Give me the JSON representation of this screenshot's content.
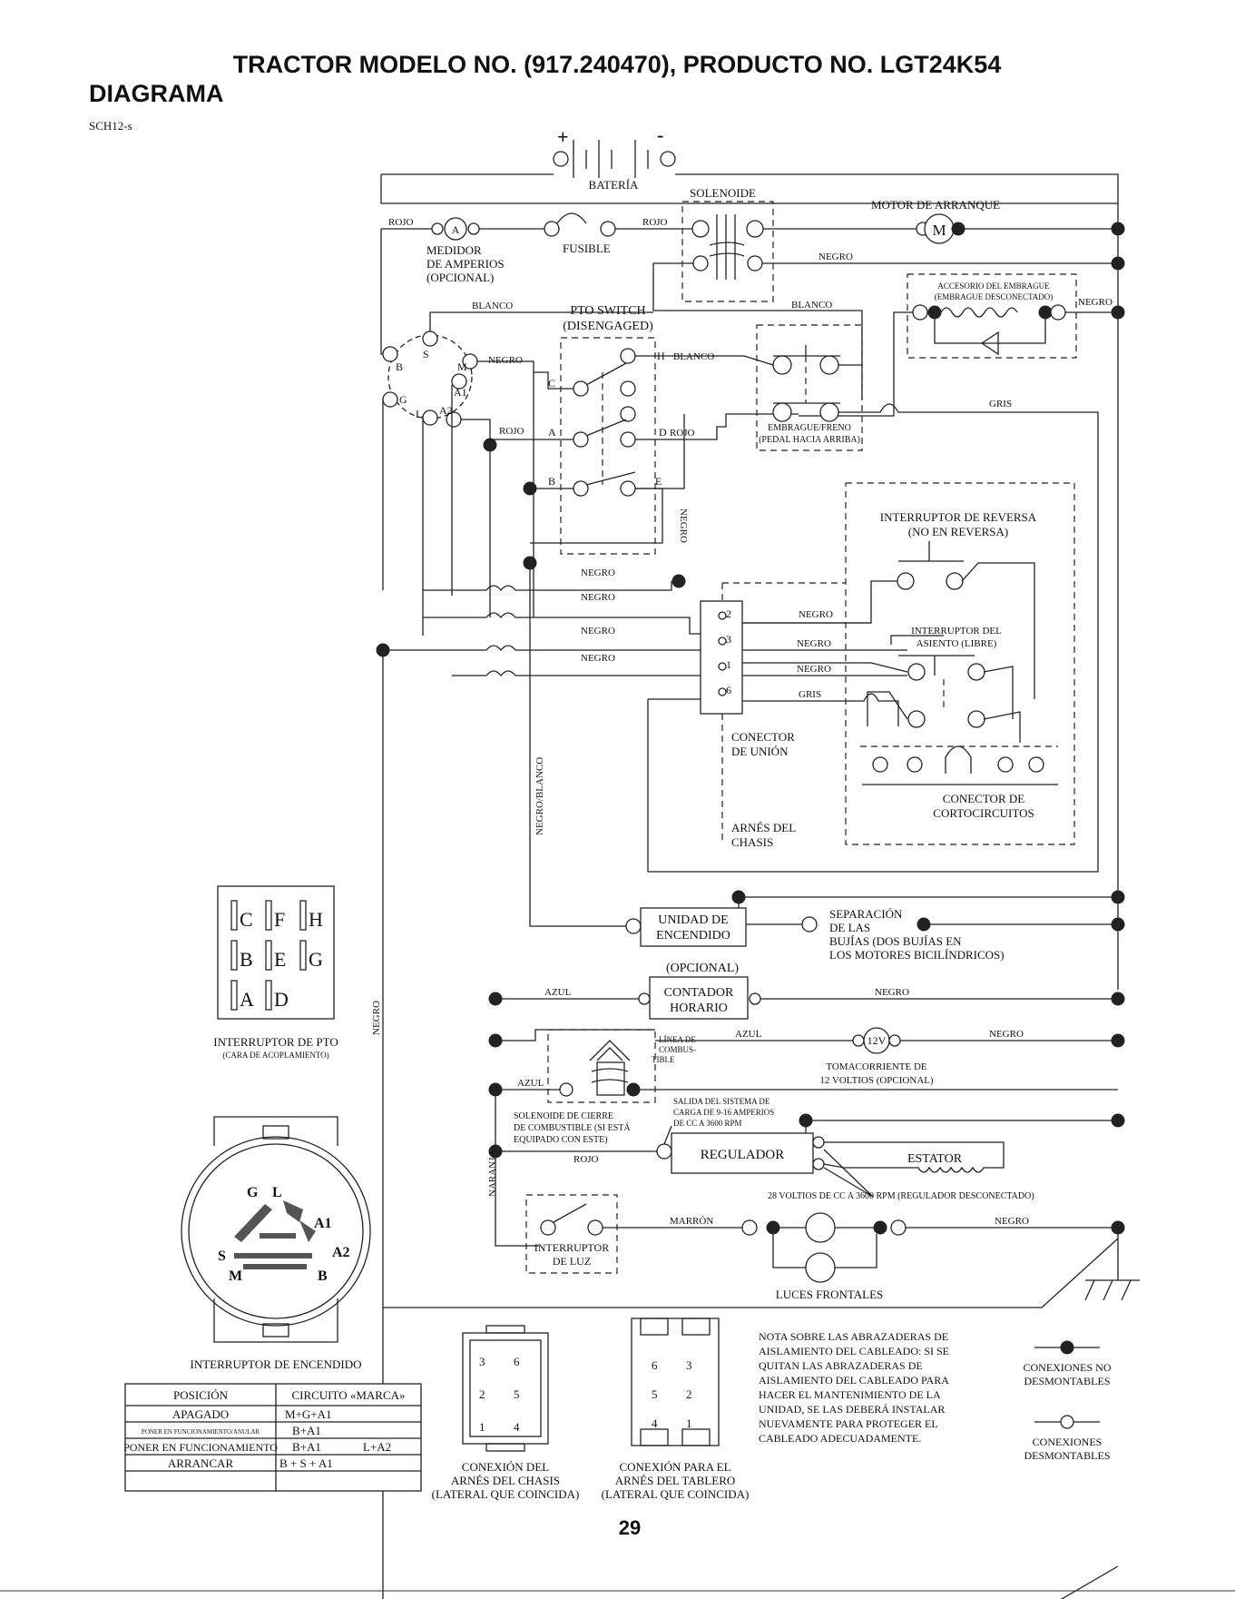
{
  "header": {
    "title": "TRACTOR MODELO NO. (917.240470), PRODUCTO NO. LGT24K54",
    "subtitle": "DIAGRAMA",
    "code": "SCH12-s"
  },
  "battery": {
    "plus": "+",
    "minus": "-",
    "label": "BATERÍA"
  },
  "labels": {
    "solenoide": "SOLENOIDE",
    "motor_arranque": "MOTOR DE ARRANQUE",
    "motor_symbol": "M",
    "medidor_1": "MEDIDOR",
    "medidor_2": "DE AMPERIOS",
    "medidor_3": "(OPCIONAL)",
    "ammeter_symbol": "A",
    "fusible": "FUSIBLE",
    "pto_switch_1": "PTO SWITCH",
    "pto_switch_2": "(DISENGAGED)",
    "accesorio_1": "ACCESORIO DEL EMBRAGUE",
    "accesorio_2": "(EMBRAGUE DESCONECTADO)",
    "embrague_1": "EMBRAGUE/FRENO",
    "embrague_2": "(PEDAL HACIA ARRIBA)",
    "reversa_1": "INTERRUPTOR DE REVERSA",
    "reversa_2": "(NO EN REVERSA)",
    "asiento_1": "INTERRUPTOR DEL",
    "asiento_2": "ASIENTO (LIBRE)",
    "conector_union_1": "CONECTOR",
    "conector_union_2": "DE UNIÓN",
    "corto_1": "CONECTOR DE",
    "corto_2": "CORTOCIRCUITOS",
    "arnes_1": "ARNÉS DEL",
    "arnes_2": "CHASIS",
    "unidad_1": "UNIDAD DE",
    "unidad_2": "ENCENDIDO",
    "separacion_1": "SEPARACIÓN",
    "separacion_2": "DE LAS",
    "separacion_3": "BUJÍAS (DOS BUJÍAS EN",
    "separacion_4": "LOS MOTORES BICILÍNDRICOS)",
    "opcional": "(OPCIONAL)",
    "contador_1": "CONTADOR",
    "contador_2": "HORARIO",
    "linea_1": "LÍNEA DE",
    "linea_2": "COMBUS-",
    "linea_3": "TIBLE",
    "v12": "12V",
    "toma_1": "TOMACORRIENTE DE",
    "toma_2": "12 VOLTIOS (OPCIONAL)",
    "salida_1": "SALIDA DEL SISTEMA DE",
    "salida_2": "CARGA DE 9-16 AMPERIOS",
    "salida_3": "DE CC A 3600 RPM",
    "sol_cierre_1": "SOLENOIDE DE CIERRE",
    "sol_cierre_2": "DE COMBUSTIBLE (SI ESTÁ",
    "sol_cierre_3": "EQUIPADO CON ESTE)",
    "regulador": "REGULADOR",
    "estator": "ESTATOR",
    "v28": "28 VOLTIOS DE CC A 3600 RPM (REGULADOR DESCONECTADO)",
    "luz_1": "INTERRUPTOR",
    "luz_2": "DE LUZ",
    "luces": "LUCES FRONTALES",
    "pto_face_1": "INTERRUPTOR DE PTO",
    "pto_face_2": "(CARA DE ACOPLAMIENTO)",
    "encendido_title": "INTERRUPTOR DE ENCENDIDO"
  },
  "wires": {
    "rojo": "ROJO",
    "negro": "NEGRO",
    "blanco": "BLANCO",
    "gris": "GRIS",
    "azul": "AZUL",
    "naranja": "NARANJA",
    "marron": "MARRÓN",
    "negro_blanco": "NEGRO/BLANCO"
  },
  "pto_switch_terminals": [
    "C",
    "H",
    "A",
    "D",
    "B",
    "E"
  ],
  "ignition_terminals": [
    "B",
    "S",
    "M",
    "G",
    "L",
    "A1",
    "A2"
  ],
  "connector_pins": [
    "2",
    "3",
    "1",
    "6"
  ],
  "pto_face_grid": [
    [
      "C",
      "F",
      "H"
    ],
    [
      "B",
      "E",
      "G"
    ],
    [
      "A",
      "D"
    ]
  ],
  "ignition_face": {
    "G": "G",
    "L": "L",
    "A1": "A1",
    "S": "S",
    "A2": "A2",
    "M": "M",
    "B": "B"
  },
  "ignition_table": {
    "headers": [
      "POSICIÓN",
      "CIRCUITO «MARCA»"
    ],
    "rows": [
      [
        "APAGADO",
        "M+G+A1",
        ""
      ],
      [
        "PONER EN FUNCIONAMIENTO/ANULAR",
        "B+A1",
        ""
      ],
      [
        "PONER EN FUNCIONAMIENTO",
        "B+A1",
        "L+A2"
      ],
      [
        "ARRANCAR",
        "B + S + A1",
        ""
      ]
    ]
  },
  "chassis_conn": {
    "pins": [
      "3",
      "6",
      "2",
      "5",
      "1",
      "4"
    ],
    "cap_1": "CONEXIÓN DEL",
    "cap_2": "ARNÉS DEL CHASIS",
    "cap_3": "(LATERAL QUE COINCIDA)"
  },
  "dash_conn": {
    "pins": [
      "6",
      "3",
      "5",
      "2",
      "4",
      "1"
    ],
    "cap_1": "CONEXIÓN PARA EL",
    "cap_2": "ARNÉS DEL TABLERO",
    "cap_3": "(LATERAL QUE COINCIDA)"
  },
  "nota": [
    "NOTA SOBRE LAS ABRAZADERAS DE",
    "AISLAMIENTO DEL CABLEADO: SI SE",
    "QUITAN LAS ABRAZADERAS DE",
    "AISLAMIENTO DEL CABLEADO PARA",
    "HACER EL MANTENIMIENTO DE LA",
    "UNIDAD, SE LAS DEBERÁ INSTALAR",
    "NUEVAMENTE PARA PROTEGER EL",
    "CABLEADO ADECUADAMENTE."
  ],
  "legend": {
    "fixed_1": "CONEXIONES NO",
    "fixed_2": "DESMONTABLES",
    "removable_1": "CONEXIONES",
    "removable_2": "DESMONTABLES"
  },
  "page_number": "29"
}
